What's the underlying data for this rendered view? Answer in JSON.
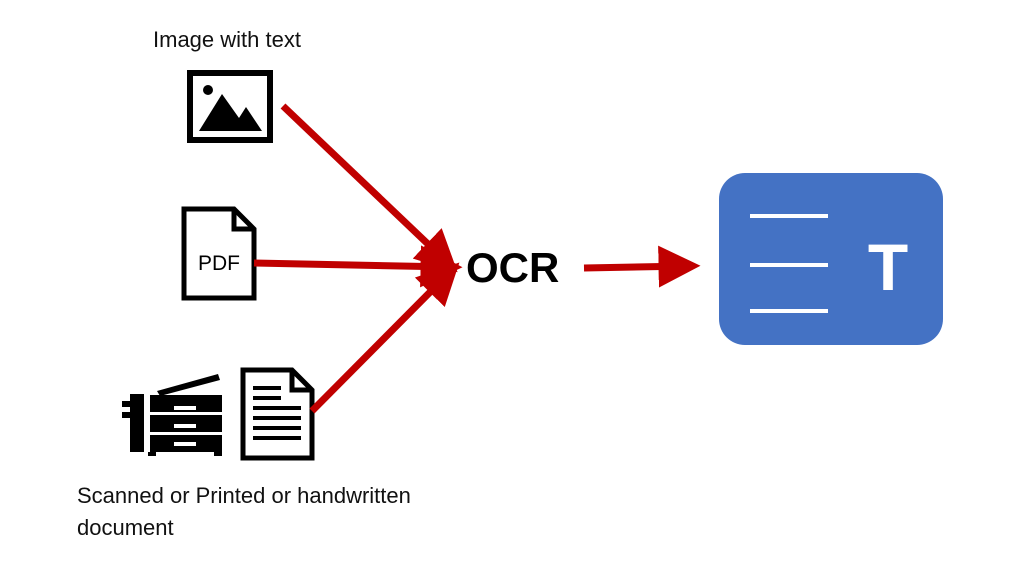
{
  "labels": {
    "image_with_text": "Image with text",
    "pdf": "PDF",
    "ocr": "OCR",
    "scanned_line1": "Scanned or Printed or handwritten",
    "scanned_line2": "document",
    "output_glyph": "T"
  },
  "colors": {
    "arrow": "#c00000",
    "output_box": "#4472c4",
    "icon": "#000000"
  },
  "icons": {
    "image": "image-icon",
    "pdf": "pdf-file-icon",
    "printer": "printer-icon",
    "document": "document-icon",
    "output": "text-document-icon"
  }
}
